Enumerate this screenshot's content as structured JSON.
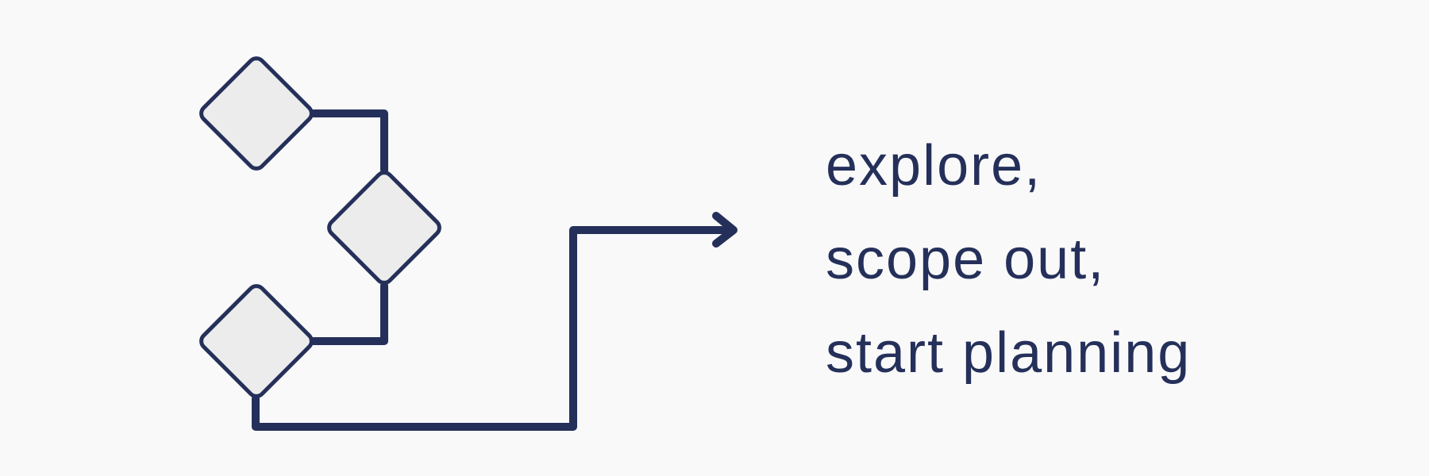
{
  "colors": {
    "background": "#F9F9FA",
    "stroke": "#25305A",
    "diamond_fill": "#ECECEC",
    "text": "#25305A"
  },
  "diagram": {
    "shapes": [
      "diamond",
      "diamond",
      "diamond"
    ],
    "connector": "elbow-arrow",
    "arrow_icon": "arrow-right-icon"
  },
  "tagline": {
    "line1": "explore,",
    "line2": "scope out,",
    "line3": "start planning"
  }
}
